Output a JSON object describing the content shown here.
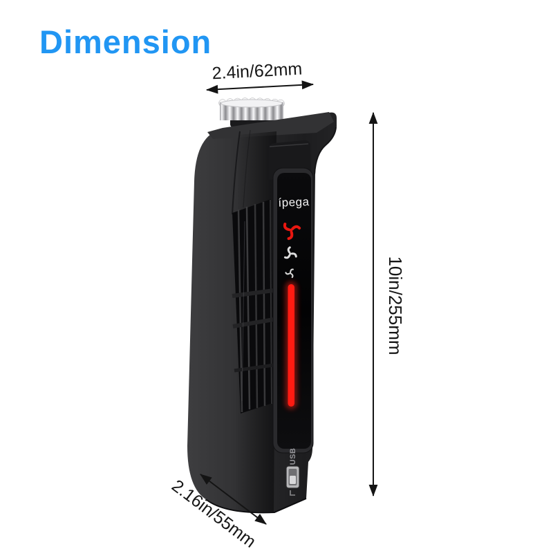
{
  "title": "Dimension",
  "annotations": {
    "width_label": "2.4in/62mm",
    "height_label": "10in/255mm",
    "depth_label": "2.16in/55mm"
  },
  "device": {
    "brand": "ípega",
    "usb_label": "USB",
    "fan_icon_names": [
      "fan-speed-high-icon",
      "fan-speed-medium-icon",
      "fan-speed-low-icon"
    ]
  },
  "colors": {
    "title_blue": "#2196f3",
    "fan_red": "#e81710",
    "fan_white": "#dedede",
    "led_red": "#ff1b12",
    "annotation_ink": "#141414",
    "body_gray": "#2c2c2e",
    "background": "#ffffff"
  }
}
